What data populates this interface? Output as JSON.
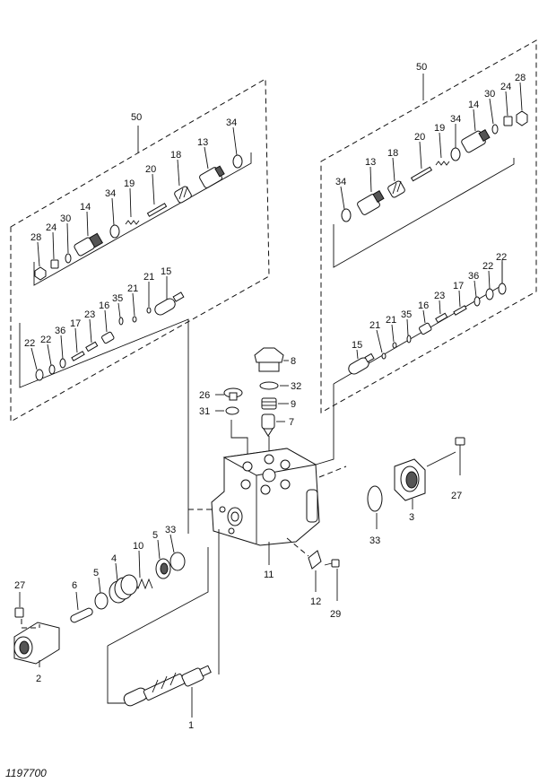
{
  "reference_code": "1197700",
  "labels": {
    "p50_left": "50",
    "p50_right": "50",
    "l28": "28",
    "l24": "24",
    "l30": "30",
    "l14": "14",
    "l34a": "34",
    "l19": "19",
    "l20": "20",
    "l18": "18",
    "l13": "13",
    "l34b": "34",
    "l22a": "22",
    "l22b": "22",
    "l36": "36",
    "l17": "17",
    "l23": "23",
    "l16": "16",
    "l35": "35",
    "l21a": "21",
    "l21b": "21",
    "l15": "15",
    "r34a": "34",
    "r13": "13",
    "r18": "18",
    "r20": "20",
    "r19": "19",
    "r34b": "34",
    "r14": "14",
    "r30": "30",
    "r24": "24",
    "r28": "28",
    "r21a": "21",
    "r21b": "21",
    "r35": "35",
    "r16": "16",
    "r23": "23",
    "r17": "17",
    "r36": "36",
    "r22a": "22",
    "r22b": "22",
    "r15": "15",
    "c8": "8",
    "c32": "32",
    "c26": "26",
    "c9": "9",
    "c31": "31",
    "c7": "7",
    "b27r": "27",
    "b3": "3",
    "b33r": "33",
    "b11": "11",
    "b12": "12",
    "b29": "29",
    "b27l": "27",
    "b6": "6",
    "b5a": "5",
    "b4": "4",
    "b10": "10",
    "b5b": "5",
    "b33l": "33",
    "b2": "2",
    "b1": "1"
  }
}
